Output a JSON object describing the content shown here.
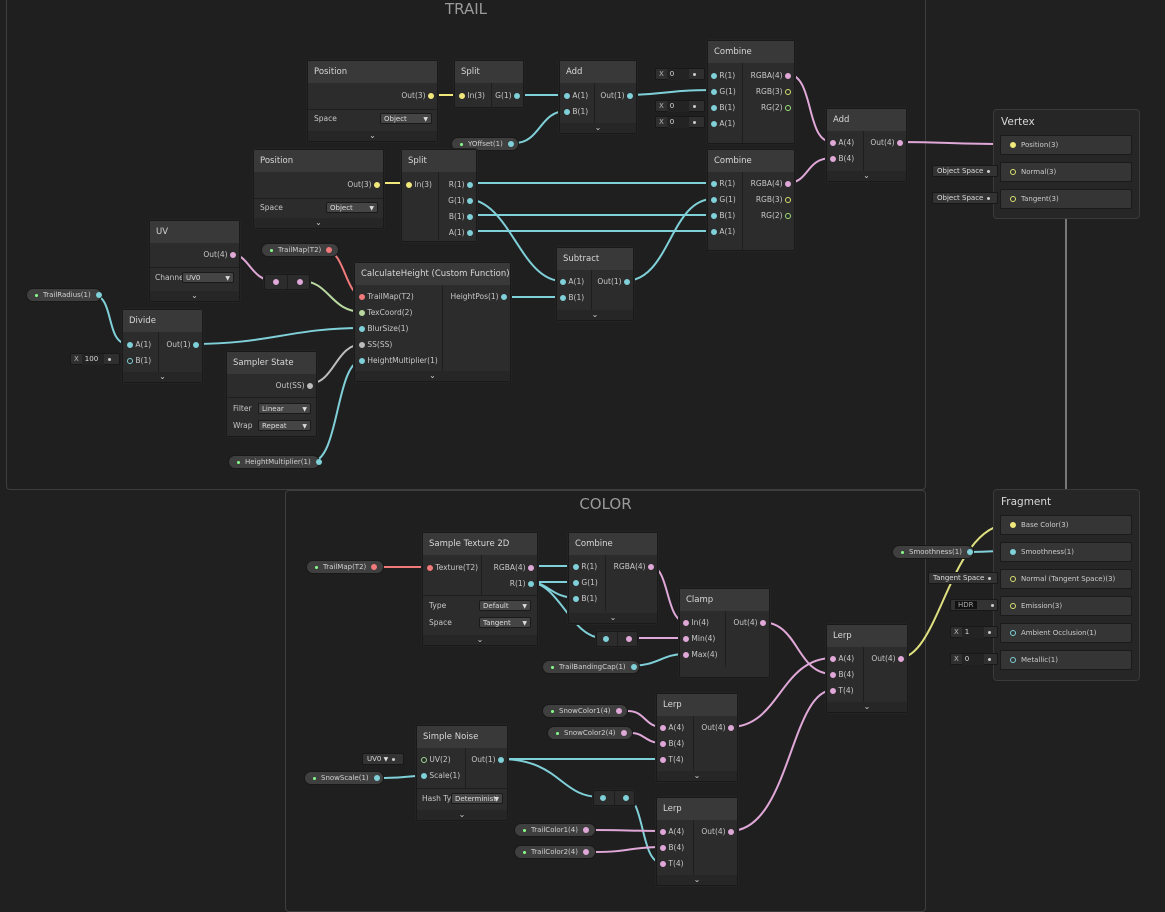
{
  "groups": {
    "trail": "TRAIL",
    "color": "COLOR"
  },
  "nodes": {
    "position1": {
      "title": "Position",
      "out": "Out(3)",
      "space_label": "Space",
      "space": "Object"
    },
    "split1": {
      "title": "Split",
      "in": "In(3)",
      "out": "G(1)"
    },
    "add1": {
      "title": "Add",
      "a": "A(1)",
      "b": "B(1)",
      "out": "Out(1)"
    },
    "combine1": {
      "title": "Combine",
      "r": "R(1)",
      "g": "G(1)",
      "b": "B(1)",
      "a": "A(1)",
      "rgba": "RGBA(4)",
      "rgb": "RGB(3)",
      "rg": "RG(2)",
      "x": "X",
      "zero": "0"
    },
    "add2": {
      "title": "Add",
      "a": "A(4)",
      "b": "B(4)",
      "out": "Out(4)"
    },
    "position2": {
      "title": "Position",
      "out": "Out(3)",
      "space_label": "Space",
      "space": "Object"
    },
    "split2": {
      "title": "Split",
      "in": "In(3)",
      "r": "R(1)",
      "g": "G(1)",
      "b": "B(1)",
      "a": "A(1)"
    },
    "combine2": {
      "title": "Combine",
      "r": "R(1)",
      "g": "G(1)",
      "b": "B(1)",
      "a": "A(1)",
      "rgba": "RGBA(4)",
      "rgb": "RGB(3)",
      "rg": "RG(2)"
    },
    "uv": {
      "title": "UV",
      "out": "Out(4)",
      "channel_label": "Channe",
      "channel": "UV0"
    },
    "subtract": {
      "title": "Subtract",
      "a": "A(1)",
      "b": "B(1)",
      "out": "Out(1)"
    },
    "calc": {
      "title": "CalculateHeight (Custom Function)",
      "trailmap": "TrailMap(T2)",
      "texcoord": "TexCoord(2)",
      "blursize": "BlurSize(1)",
      "ss": "SS(SS)",
      "heightmult": "HeightMultiplier(1)",
      "out": "HeightPos(1)"
    },
    "divide": {
      "title": "Divide",
      "a": "A(1)",
      "b": "B(1)",
      "out": "Out(1)",
      "x": "X",
      "bval": "100"
    },
    "sampler": {
      "title": "Sampler State",
      "out": "Out(SS)",
      "filter_label": "Filter",
      "filter": "Linear",
      "wrap_label": "Wrap",
      "wrap": "Repeat"
    },
    "sampletex": {
      "title": "Sample Texture 2D",
      "tex": "Texture(T2)",
      "rgba": "RGBA(4)",
      "r": "R(1)",
      "type_label": "Type",
      "type": "Default",
      "space_label": "Space",
      "space": "Tangent"
    },
    "combine3": {
      "title": "Combine",
      "r": "R(1)",
      "g": "G(1)",
      "b": "B(1)",
      "rgba": "RGBA(4)"
    },
    "clamp": {
      "title": "Clamp",
      "in": "In(4)",
      "min": "Min(4)",
      "max": "Max(4)",
      "out": "Out(4)"
    },
    "lerp1": {
      "title": "Lerp",
      "a": "A(4)",
      "b": "B(4)",
      "t": "T(4)",
      "out": "Out(4)"
    },
    "lerp2": {
      "title": "Lerp",
      "a": "A(4)",
      "b": "B(4)",
      "t": "T(4)",
      "out": "Out(4)"
    },
    "lerp3": {
      "title": "Lerp",
      "a": "A(4)",
      "b": "B(4)",
      "t": "T(4)",
      "out": "Out(4)"
    },
    "noise": {
      "title": "Simple Noise",
      "uv": "UV(2)",
      "scale": "Scale(1)",
      "out": "Out(1)",
      "hash_label": "Hash Ty",
      "hash": "Deterministi",
      "uv_val": "UV0"
    }
  },
  "properties": {
    "yoffset": "YOffset(1)",
    "trailmap1": "TrailMap(T2)",
    "trailradius": "TrailRadius(1)",
    "heightmult": "HeightMultiplier(1)",
    "trailmap2": "TrailMap(T2)",
    "bandingcap": "TrailBandingCap(1)",
    "snowcolor1": "SnowColor1(4)",
    "snowcolor2": "SnowColor2(4)",
    "snowscale": "SnowScale(1)",
    "trailcolor1": "TrailColor1(4)",
    "trailcolor2": "TrailColor2(4)",
    "smoothness": "Smoothness(1)"
  },
  "vertex": {
    "title": "Vertex",
    "position": "Position(3)",
    "normal": "Normal(3)",
    "tangent": "Tangent(3)",
    "normal_space": "Object Space",
    "tangent_space": "Object Space"
  },
  "fragment": {
    "title": "Fragment",
    "base_color": "Base Color(3)",
    "smoothness": "Smoothness(1)",
    "normal": "Normal (Tangent Space)(3)",
    "emission": "Emission(3)",
    "ao": "Ambient Occlusion(1)",
    "metallic": "Metallic(1)",
    "normal_space": "Tangent Space",
    "hdr": "HDR",
    "x": "X",
    "ao_val": "1",
    "metallic_val": "0"
  },
  "colors": {
    "vector1": "#7fd0d8",
    "vector4": "#e0a8d8",
    "vector3": "#f0e87a",
    "texture": "#f07a7a"
  }
}
